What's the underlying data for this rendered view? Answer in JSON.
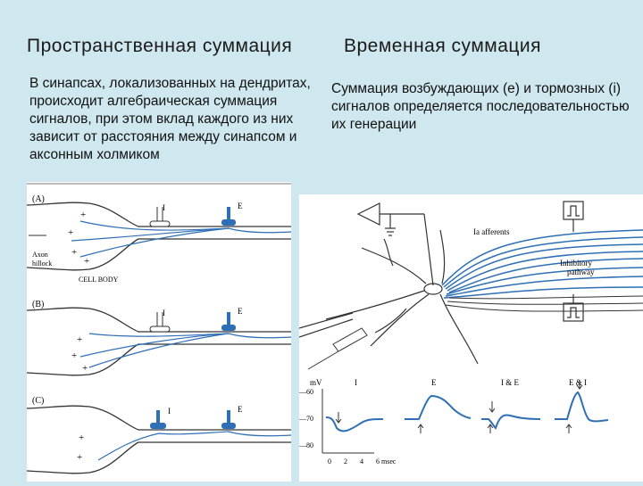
{
  "left": {
    "title": "Пространственная суммация",
    "text": "В синапсах, локализованных на дендритах, происходит алгебраическая суммация сигналов, при этом вклад каждого из них зависит от расстояния между синапсом и аксонным холмиком",
    "figure": {
      "panel_a": "(A)",
      "panel_b": "(B)",
      "panel_c": "(C)",
      "label_i": "I",
      "label_e": "E",
      "axon_hillock_1": "Axon",
      "axon_hillock_2": "hillock",
      "cell_body": "CELL BODY",
      "plus": "+"
    }
  },
  "right": {
    "title": "Временная суммация",
    "text": "Суммация возбуждающих (е) и тормозных (i) сигналов определяется последовательностью их генерации",
    "figure": {
      "ia_afferents": "Ia afferents",
      "inhibitory_1": "Inhibitory",
      "inhibitory_2": "pathway",
      "mv": "mV",
      "y_ticks": [
        "—60",
        "—70",
        "—80"
      ],
      "x_ticks": [
        "0",
        "2",
        "4",
        "6 msec"
      ],
      "trace_labels": [
        "I",
        "E",
        "I & E",
        "E & I"
      ]
    }
  },
  "colors": {
    "background": "#cfe7ee",
    "accent_blue": "#2e6fb5",
    "ink": "#333333"
  }
}
